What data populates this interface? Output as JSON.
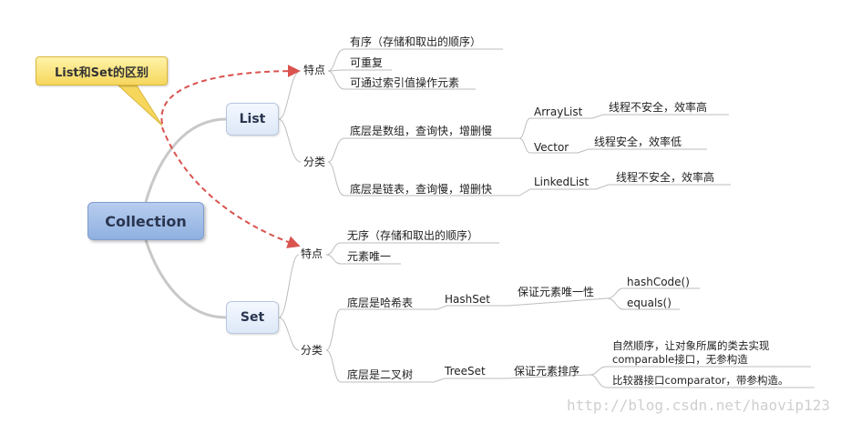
{
  "central": "Collection",
  "callout": "List和Set的区别",
  "list": {
    "label": "List",
    "features_label": "特点",
    "features": [
      "有序（存储和取出的顺序）",
      "可重复",
      "可通过索引值操作元素"
    ],
    "categories_label": "分类",
    "array_desc": "底层是数组，查询快，增删慢",
    "arraylist": "ArrayList",
    "arraylist_note": "线程不安全，效率高",
    "vector": "Vector",
    "vector_note": "线程安全，效率低",
    "linked_desc": "底层是链表，查询慢，增删快",
    "linkedlist": "LinkedList",
    "linkedlist_note": "线程不安全，效率高"
  },
  "set": {
    "label": "Set",
    "features_label": "特点",
    "features": [
      "无序（存储和取出的顺序）",
      "元素唯一"
    ],
    "categories_label": "分类",
    "hash_desc": "底层是哈希表",
    "hashset": "HashSet",
    "hashset_note": "保证元素唯一性",
    "hashcode": "hashCode()",
    "equals": "equals()",
    "tree_desc": "底层是二叉树",
    "treeset": "TreeSet",
    "treeset_note": "保证元素排序",
    "natural_1": "自然顺序，让对象所属的类去实现",
    "natural_2": "comparable接口，无参构造",
    "comparator": "比较器接口comparator，带参构造。"
  },
  "watermark": "http://blog.csdn.net/haovip123"
}
